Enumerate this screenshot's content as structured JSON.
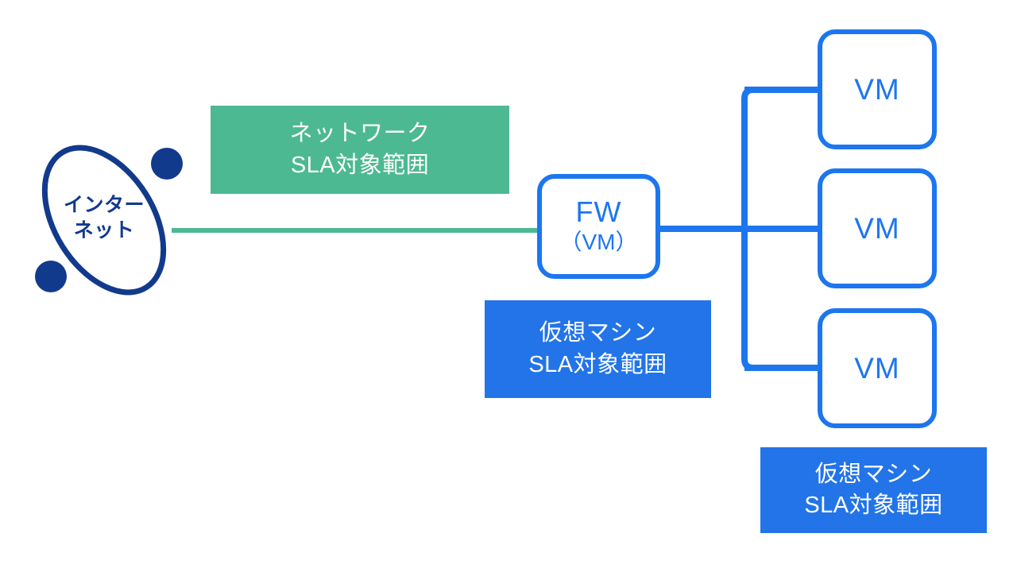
{
  "diagram": {
    "title": "SLA coverage network diagram",
    "colors": {
      "node_blue": "#1d76ef",
      "caption_blue": "#2274e8",
      "caption_green": "#4cb992",
      "internet_navy": "#123a8c",
      "wire_green": "#4cb992",
      "background": "#ffffff"
    },
    "internet": {
      "label_line1": "インター",
      "label_line2": "ネット",
      "shape": "ellipse-with-two-nodes"
    },
    "nodes": {
      "fw": {
        "line1": "FW",
        "line2": "（VM）"
      },
      "vm_1": {
        "line1": "VM"
      },
      "vm_2": {
        "line1": "VM"
      },
      "vm_3": {
        "line1": "VM"
      }
    },
    "captions": {
      "network_sla": {
        "line1": "ネットワーク",
        "line2": "SLA対象範囲",
        "color": "#4cb992"
      },
      "vm_sla_fw": {
        "line1": "仮想マシン",
        "line2": "SLA対象範囲",
        "color": "#2274e8"
      },
      "vm_sla_pool": {
        "line1": "仮想マシン",
        "line2": "SLA対象範囲",
        "color": "#2274e8"
      }
    },
    "connections": {
      "internet_to_fw": "green-line",
      "fw_to_bus": "blue-line",
      "bus_to_vm_1": "blue-line",
      "bus_to_vm_2": "blue-line",
      "bus_to_vm_3": "blue-line"
    }
  }
}
